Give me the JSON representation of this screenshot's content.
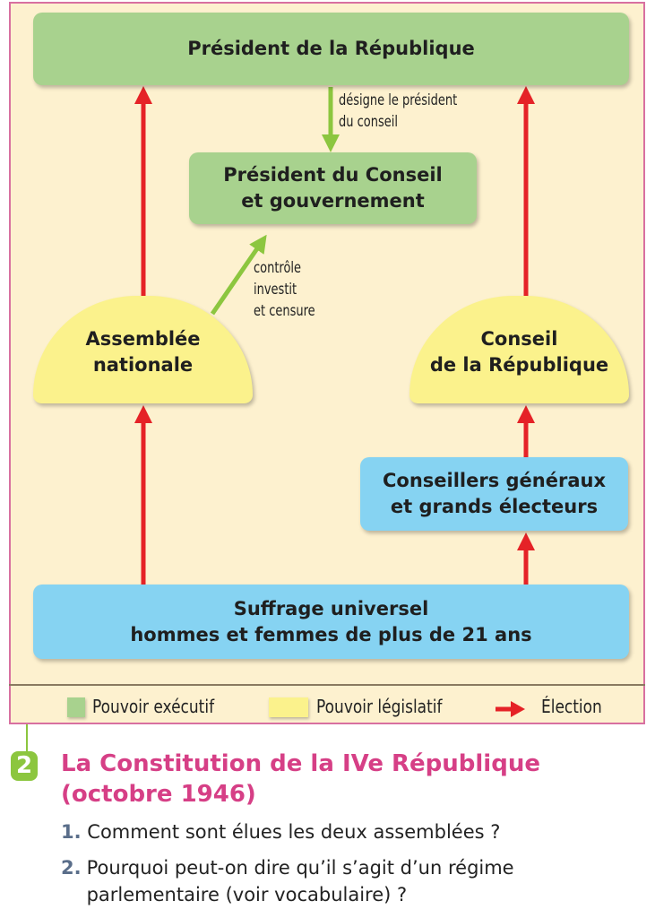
{
  "boxes": {
    "president_republique": "Président de la République",
    "president_conseil": "Président du Conseil\net gouvernement",
    "assemblee": "Assemblée\nnationale",
    "conseil_republique": "Conseil\nde la République",
    "conseillers": "Conseillers généraux\net grands électeurs",
    "suffrage": "Suffrage universel\nhommes et femmes de plus de 21 ans"
  },
  "labels": {
    "designe": "désigne le président\ndu conseil",
    "controle": "contrôle\ninvestit\net censure"
  },
  "legend": {
    "executif": "Pouvoir exécutif",
    "legislatif": "Pouvoir législatif",
    "election": "Élection"
  },
  "colors": {
    "executif": "#a8d28e",
    "legislatif": "#fbf28c",
    "election": "#e52227",
    "electorate": "#86d3f2",
    "title": "#d63f86"
  },
  "caption": {
    "number": "2",
    "title": "La Constitution de la IVe République\n(octobre 1946)",
    "questions": [
      {
        "num": "1.",
        "text": "Comment sont élues les deux assemblées ?"
      },
      {
        "num": "2.",
        "text": "Pourquoi peut-on dire qu’il s’agit d’un régime\nparlementaire (voir vocabulaire) ?"
      }
    ]
  }
}
